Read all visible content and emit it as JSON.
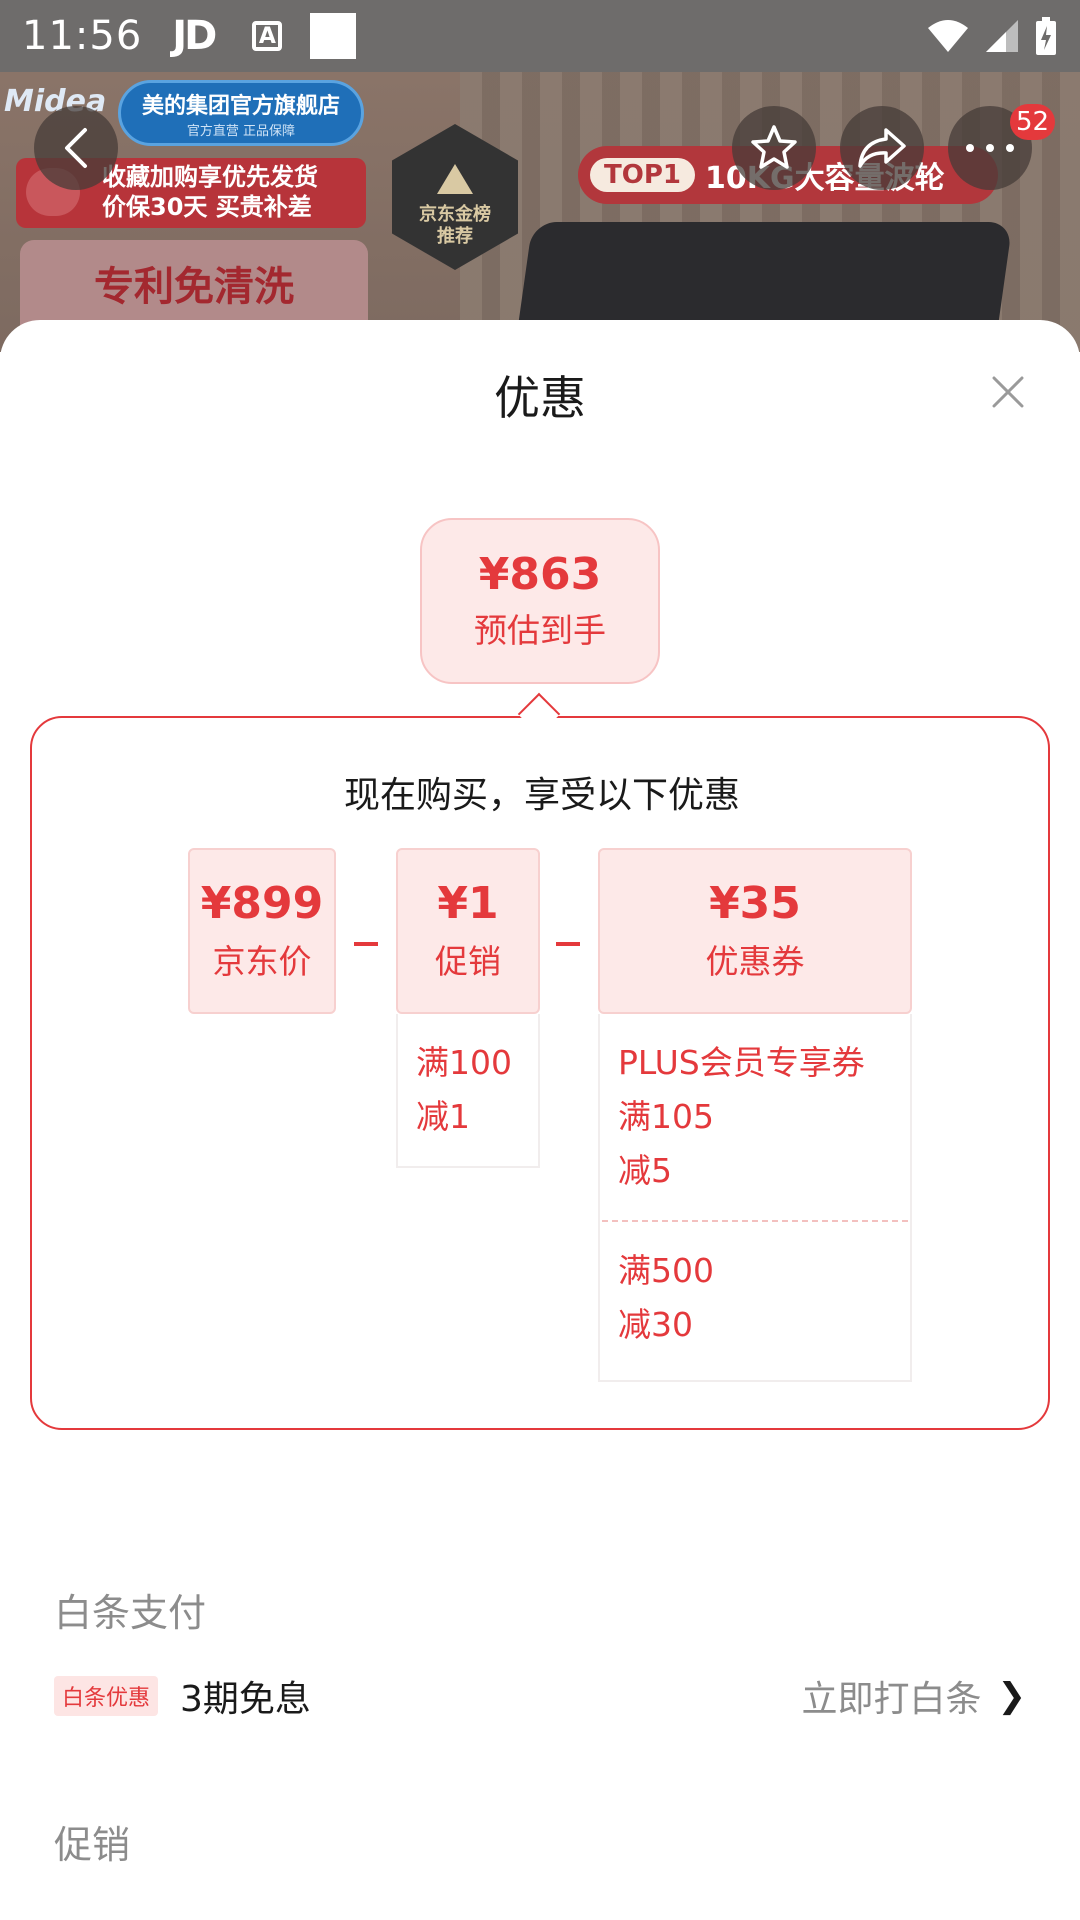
{
  "status_bar": {
    "time": "11:56",
    "app_label": "JD",
    "icons": [
      "a-notification-icon",
      "square-notification-icon",
      "wifi-icon",
      "signal-icon",
      "battery-charging-icon"
    ]
  },
  "banner": {
    "brand_logo": "Midea",
    "store_name": "美的集团官方旗舰店",
    "store_sub": "官方直营 正品保障",
    "promo_line1": "收藏加购享优先发货",
    "promo_line2": "价保30天 买贵补差",
    "feature_text": "专利免清洗",
    "rank_badge_line1": "京东金榜",
    "rank_badge_line2": "推荐",
    "top_pill": "TOP1",
    "top_text": "10KG大容量波轮",
    "more_badge": "52"
  },
  "sheet": {
    "title": "优惠",
    "estimate": {
      "price": "¥863",
      "label": "预估到手"
    },
    "panel_title": "现在购买，享受以下优惠",
    "breakdown": [
      {
        "value": "¥899",
        "label": "京东价"
      },
      {
        "value": "¥1",
        "label": "促销"
      },
      {
        "value": "¥35",
        "label": "优惠券"
      }
    ],
    "promo_detail": "满100\n减1",
    "coupon_details": [
      "PLUS会员专享券\n满105\n减5",
      "满500\n减30"
    ]
  },
  "baitiao": {
    "section_title": "白条支付",
    "tag": "白条优惠",
    "text": "3期免息",
    "link": "立即打白条",
    "chevron": "❯"
  },
  "promotion": {
    "section_title": "促销"
  },
  "colors": {
    "accent": "#e4393c",
    "accent_bg": "#fde9e8",
    "status_bar": "#6e6c6b"
  }
}
